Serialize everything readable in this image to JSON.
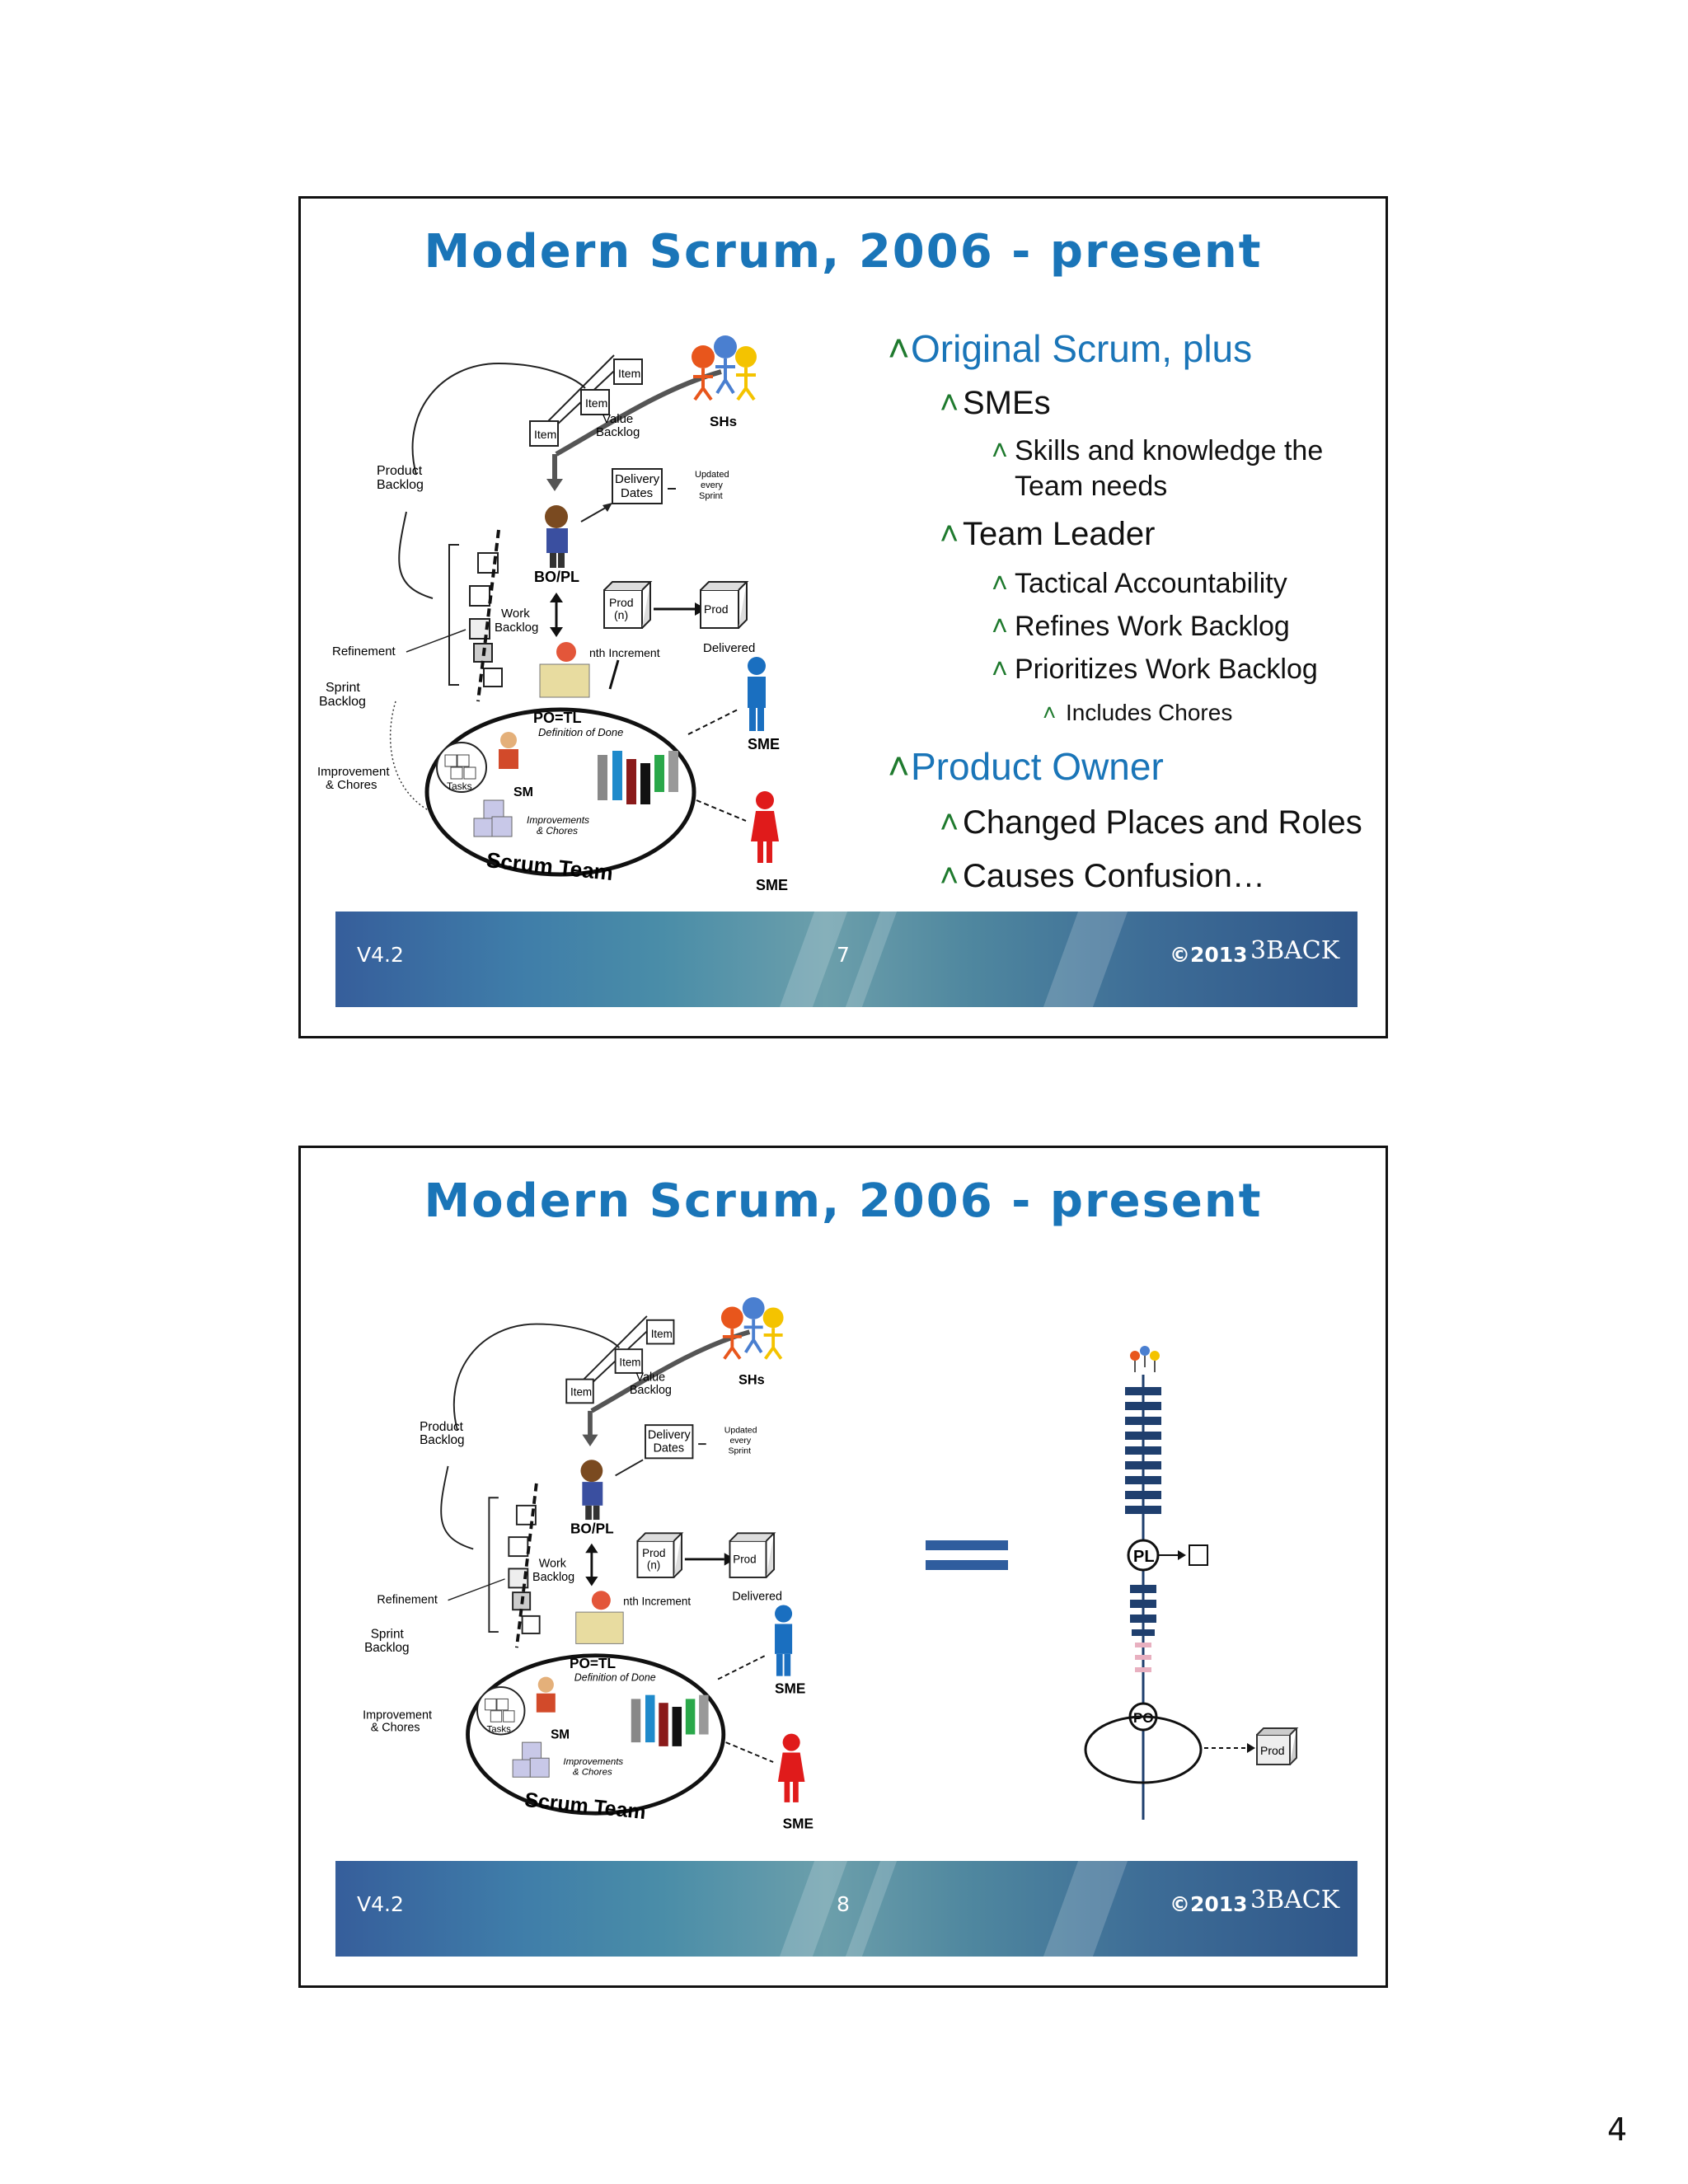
{
  "slides": [
    {
      "title": "Modern Scrum, 2006 - present",
      "diagram": {
        "item_label": "Item",
        "value_backlog": "Value Backlog",
        "value_backlog_l1": "Value",
        "value_backlog_l2": "Backlog",
        "shs": "SHs",
        "product_backlog_l1": "Product",
        "product_backlog_l2": "Backlog",
        "delivery_dates_l1": "Delivery",
        "delivery_dates_l2": "Dates",
        "updated_l1": "Updated",
        "updated_l2": "every",
        "updated_l3": "Sprint",
        "bo_pl": "BO/PL",
        "work_backlog_l1": "Work",
        "work_backlog_l2": "Backlog",
        "prod_n_l1": "Prod",
        "prod_n_l2": "(n)",
        "prod": "Prod",
        "delivered": "Delivered",
        "nth_increment": "nth Increment",
        "refinement": "Refinement",
        "sprint_backlog_l1": "Sprint",
        "sprint_backlog_l2": "Backlog",
        "po_tl": "PO=TL",
        "definition_of_done": "Definition of Done",
        "improvement_chores_l1": "Improvement",
        "improvement_chores_l2": "& Chores",
        "tasks": "Tasks",
        "sm": "SM",
        "improvements_l1": "Improvements",
        "improvements_l2": "& Chores",
        "scrum_team": "Scrum Team",
        "sme": "SME"
      },
      "bullets": [
        {
          "level": 1,
          "text": "Original Scrum, plus"
        },
        {
          "level": 2,
          "text": "SMEs"
        },
        {
          "level": 3,
          "text": "Skills and knowledge the"
        },
        {
          "level": 3,
          "text": "Team needs",
          "continuation": true
        },
        {
          "level": 2,
          "text": "Team Leader"
        },
        {
          "level": 3,
          "text": "Tactical Accountability"
        },
        {
          "level": 3,
          "text": "Refines Work Backlog"
        },
        {
          "level": 3,
          "text": "Prioritizes Work Backlog"
        },
        {
          "level": 4,
          "text": "Includes Chores"
        },
        {
          "level": 1,
          "text": "Product Owner"
        },
        {
          "level": 2,
          "text": "Changed Places and Roles"
        },
        {
          "level": 2,
          "text": "Causes Confusion…"
        }
      ],
      "footer": {
        "version": "V4.2",
        "page": "7",
        "copyright": "©2013",
        "logo": "3BACK"
      }
    },
    {
      "title": "Modern Scrum, 2006 - present",
      "simplified": {
        "pl": "PL",
        "po": "PO",
        "prod": "Prod"
      },
      "footer": {
        "version": "V4.2",
        "page": "8",
        "copyright": "©2013",
        "logo": "3BACK"
      }
    }
  ],
  "page_number": "4",
  "colors": {
    "title_blue": "#1a75b8",
    "arrow_green": "#1f7a2e",
    "sme_blue": "#1a6fc0",
    "sme_red": "#e01b1b",
    "chain_navy": "#1f3f6e"
  }
}
